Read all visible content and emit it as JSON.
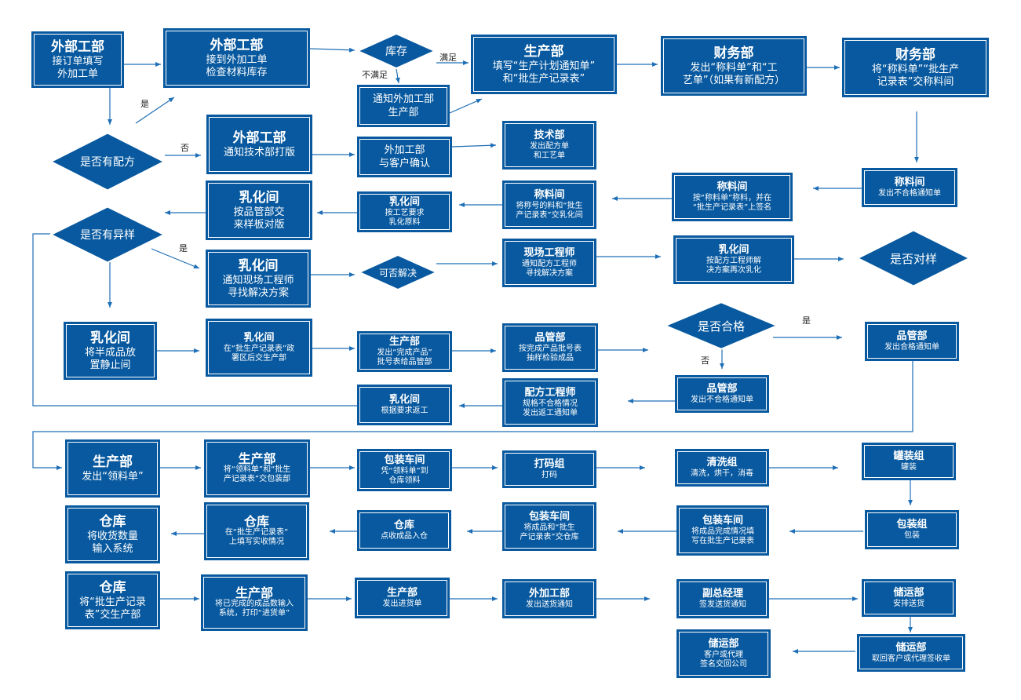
{
  "colors": {
    "node_fill": "#08599f",
    "node_inner_border": "#ffffff",
    "line": "#1f6fb7",
    "text": "#ffffff"
  },
  "nodes": {
    "n1": {
      "title": "外部工部",
      "desc": "接订单填写\n外加工单"
    },
    "n2": {
      "title": "外部工部",
      "desc": "接到外加工单\n检查材料库存"
    },
    "n3": {
      "title": "",
      "desc": "通知外加工部\n生产部"
    },
    "n4": {
      "title": "生产部",
      "desc": "填写“生产计划通知单”\n和“批生产记录表”"
    },
    "n5": {
      "title": "财务部",
      "desc": "发出“称料单”和“工\n艺单”（如果有新配方）"
    },
    "n6": {
      "title": "财务部",
      "desc": "将“称料单”“批生产\n记录表”交称料间"
    },
    "n7": {
      "title": "外部工部",
      "desc": "通知技术部打版"
    },
    "n8": {
      "title": "",
      "desc": "外加工部\n与客户确认"
    },
    "n9": {
      "title": "技术部",
      "desc": "发出配方单\n和工艺单"
    },
    "n10": {
      "title": "称料间",
      "desc": "发出不合格通知单"
    },
    "n11": {
      "title": "称料间",
      "desc": "按“称料单”称料，并在\n“批生产记录表”上签名"
    },
    "n12": {
      "title": "称料间",
      "desc": "将称号的料和“批生\n产记录表”交乳化间"
    },
    "n13": {
      "title": "乳化间",
      "desc": "按工艺要求\n乳化原料"
    },
    "n14": {
      "title": "乳化间",
      "desc": "按品管部交\n来样板对版"
    },
    "n15": {
      "title": "乳化间",
      "desc": "通知现场工程师\n寻找解决方案"
    },
    "n16": {
      "title": "现场工程师",
      "desc": "通知配方工程师\n寻找解决方案"
    },
    "n17": {
      "title": "乳化间",
      "desc": "按配方工程师解\n决方案再次乳化"
    },
    "n18": {
      "title": "乳化间",
      "desc": "将半成品放\n置静止间"
    },
    "n19": {
      "title": "乳化间",
      "desc": "在“批生产记录表”政\n署区后交生产部"
    },
    "n20": {
      "title": "生产部",
      "desc": "发出“完成产品”\n批号表给品管部"
    },
    "n21": {
      "title": "品管部",
      "desc": "按完成产品批号表\n抽样检验成品"
    },
    "n22": {
      "title": "品管部",
      "desc": "发出合格通知单"
    },
    "n23": {
      "title": "品管部",
      "desc": "发出不合格通知单"
    },
    "n24": {
      "title": "配方工程师",
      "desc": "规格不合格情况\n发出返工通知单"
    },
    "n25": {
      "title": "乳化间",
      "desc": "根据要求返工"
    },
    "n26": {
      "title": "生产部",
      "desc": "发出“领料单”"
    },
    "n27": {
      "title": "生产部",
      "desc": "将“领料单”和“批生\n产记录表”交包装部"
    },
    "n28": {
      "title": "包装车间",
      "desc": "凭“领料单”到\n仓库领料"
    },
    "n29": {
      "title": "打码组",
      "desc": "打码"
    },
    "n30": {
      "title": "清洗组",
      "desc": "清洗，烘干，消毒"
    },
    "n31": {
      "title": "罐装组",
      "desc": "罐装"
    },
    "n32": {
      "title": "包装组",
      "desc": "包装"
    },
    "n33": {
      "title": "包装车间",
      "desc": "将成品完成情况填\n写在批生产记录表"
    },
    "n34": {
      "title": "包装车间",
      "desc": "将成品和“批生\n产记录表”交仓库"
    },
    "n35": {
      "title": "仓库",
      "desc": "点收成品入仓"
    },
    "n36": {
      "title": "仓库",
      "desc": "在“批生产记录表”\n上填写实收情况"
    },
    "n37": {
      "title": "仓库",
      "desc": "将收货数量\n输入系统"
    },
    "n38": {
      "title": "仓库",
      "desc": "将“批生产记录\n表”交生产部"
    },
    "n39": {
      "title": "生产部",
      "desc": "将已完成的成品数输入\n系统，打印“进货单”"
    },
    "n40": {
      "title": "生产部",
      "desc": "发出进货单"
    },
    "n41": {
      "title": "外加工部",
      "desc": "发出送货通知"
    },
    "n42": {
      "title": "副总经理",
      "desc": "签发送货通知"
    },
    "n43": {
      "title": "储运部",
      "desc": "安排送货"
    },
    "n44": {
      "title": "储运部",
      "desc": "取回客户或代理签收单"
    },
    "n45": {
      "title": "储运部",
      "desc": "客户或代理\n签名交回公司"
    }
  },
  "decisions": {
    "d1": "库存",
    "d2": "是否有配方",
    "d3": "是否有异样",
    "d4": "可否解决",
    "d5": "是否对样",
    "d6": "是否合格"
  },
  "labels": {
    "l_sufficient": "满足",
    "l_insufficient": "不满足",
    "l_yes_recipe": "是",
    "l_no_recipe": "否",
    "l_yes_abnormal": "是",
    "l_yes_pass": "是",
    "l_no_pass": "否"
  }
}
